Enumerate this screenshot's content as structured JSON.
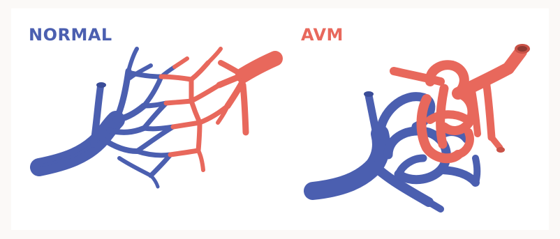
{
  "labels": {
    "normal": "NORMAL",
    "avm": "AVM"
  },
  "colors": {
    "vein": "#4b5fb0",
    "vein_dark": "#3a4c98",
    "artery": "#e8685c",
    "artery_dark": "#c95247",
    "background": "#ffffff"
  },
  "panels": [
    {
      "id": "normal",
      "depicts": "normal-capillary-network"
    },
    {
      "id": "avm",
      "depicts": "arteriovenous-malformation-tangle"
    }
  ]
}
